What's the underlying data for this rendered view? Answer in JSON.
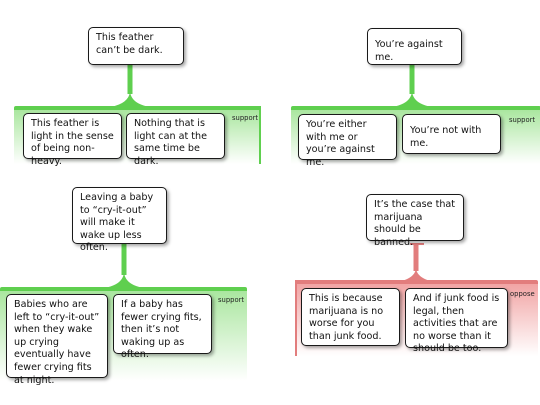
{
  "colors": {
    "support": "#5fcf4f",
    "oppose": "#e27d7d"
  },
  "maps": [
    {
      "claim": "This feather can’t be dark.",
      "relation": "support",
      "premises": [
        "This feather is light in the sense of being non-heavy.",
        "Nothing that is light can at the same time be dark."
      ]
    },
    {
      "claim": "You’re against me.",
      "relation": "support",
      "premises": [
        "You’re either with me or you’re against me.",
        "You’re not with me."
      ]
    },
    {
      "claim": "Leaving a baby to “cry-it-out” will make it wake up less often.",
      "relation": "support",
      "premises": [
        "Babies who are left to “cry-it-out” when they wake up crying eventually have fewer crying fits at night.",
        "If a baby has fewer crying fits, then it’s not waking up as often."
      ]
    },
    {
      "claim": "It’s the case that marijuana should be banned.",
      "relation": "oppose",
      "premises": [
        "This is because marijuana is no worse for you than junk food.",
        "And if junk food is legal, then activities that are no worse than it should be too."
      ]
    }
  ]
}
